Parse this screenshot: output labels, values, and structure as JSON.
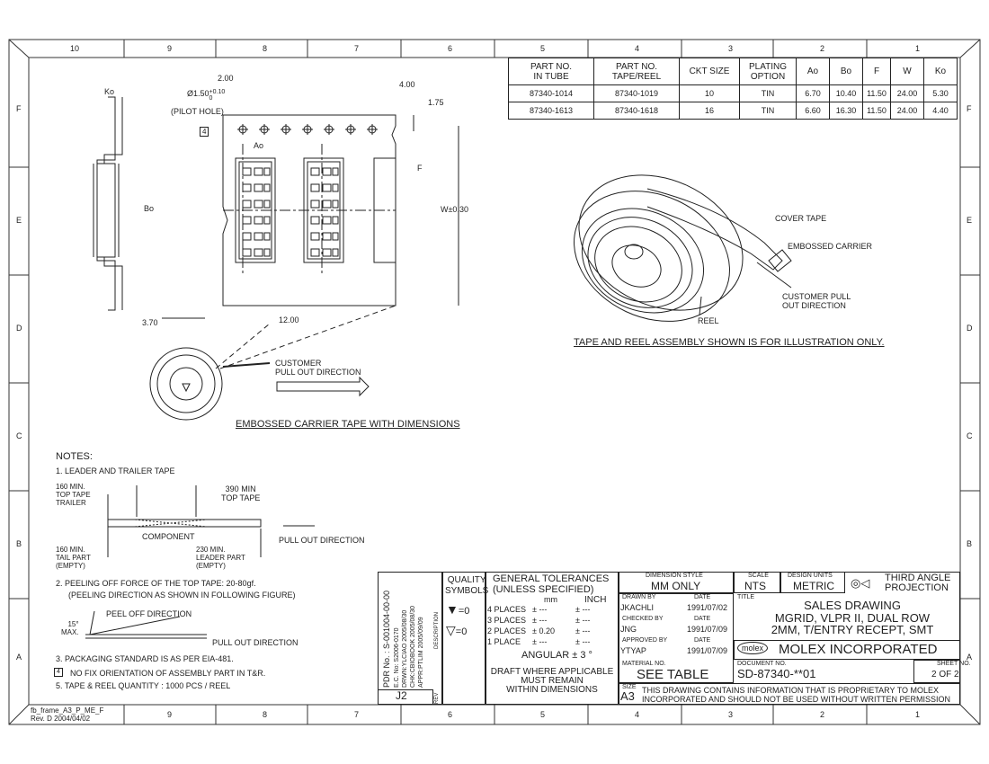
{
  "frame": {
    "top_zones": [
      "10",
      "9",
      "8",
      "7",
      "6",
      "5",
      "4",
      "3",
      "2",
      "1"
    ],
    "bottom_zones": [
      "9",
      "8",
      "7",
      "6",
      "5",
      "4",
      "3",
      "2",
      "1"
    ],
    "side_zones": [
      "F",
      "E",
      "D",
      "C",
      "B",
      "A"
    ],
    "frame_id": "fb_frame_A3_P_ME_F",
    "frame_rev": "Rev. D  2004/04/02"
  },
  "parts_table": {
    "headers": [
      "PART NO.\nIN TUBE",
      "PART NO.\nTAPE/REEL",
      "CKT SIZE",
      "PLATING\nOPTION",
      "Ao",
      "Bo",
      "F",
      "W",
      "Ko"
    ],
    "rows": [
      [
        "87340-1014",
        "87340-1019",
        "10",
        "TIN",
        "6.70",
        "10.40",
        "11.50",
        "24.00",
        "5.30"
      ],
      [
        "87340-1613",
        "87340-1618",
        "16",
        "TIN",
        "6.60",
        "16.30",
        "11.50",
        "24.00",
        "4.40"
      ]
    ]
  },
  "tape_drawing": {
    "ko": "Ko",
    "bo": "Bo",
    "pitch_200": "2.00",
    "pilot_dia": "Ø1.50",
    "pilot_tol_plus": "+0.10",
    "pilot_tol_minus": "0",
    "pilot_label": "(PILOT HOLE)",
    "dim_400": "4.00",
    "dim_175": "1.75",
    "ao": "Ao",
    "f": "F",
    "w": "W±0.30",
    "dim_370": "3.70",
    "dim_1200": "12.00",
    "note_flag": "4",
    "customer_pull": "CUSTOMER\nPULL OUT DIRECTION",
    "caption": "EMBOSSED CARRIER TAPE WITH DIMENSIONS"
  },
  "reel_drawing": {
    "cover_tape": "COVER TAPE",
    "embossed_carrier": "EMBOSSED CARRIER",
    "customer_pull": "CUSTOMER PULL\nOUT DIRECTION",
    "reel": "REEL",
    "caption": "TAPE AND REEL ASSEMBLY SHOWN IS FOR ILLUSTRATION ONLY."
  },
  "notes": {
    "title": "NOTES:",
    "n1": "1.  LEADER AND TRAILER TAPE",
    "top_tape_trailer": "160 MIN.\nTOP TAPE\nTRAILER",
    "top_tape_390": "390 MIN\nTOP TAPE",
    "component": "COMPONENT",
    "pull_out": "PULL OUT DIRECTION",
    "tail_part": "160 MIN.\nTAIL PART\n(EMPTY)",
    "leader_part": "230 MIN.\nLEADER PART\n(EMPTY)",
    "n2a": "2.  PEELING OFF FORCE OF THE TOP TAPE: 20-80gf.",
    "n2b": "(PEELING DIRECTION AS SHOWN IN FOLLOWING FIGURE)",
    "peel_off": "PEEL OFF DIRECTION",
    "angle": "15°\nMAX.",
    "pull_out2": "PULL OUT DIRECTION",
    "n3": "3.  PACKAGING STANDARD IS AS PER EIA-481.",
    "n4": "NO FIX ORIENTATION OF ASSEMBLY PART IN T&R.",
    "n4_flag": "4",
    "n5": "5.  TAPE & REEL QUANTITY : 1000 PCS / REEL"
  },
  "title_block": {
    "pdr": "PDR No. : S-001004-00-00",
    "ec": "E.C. No: S2006-0170",
    "drwn": "DRWN:YLCIAO  2005/08/30",
    "chk": "CHK:CBIOBOOK 2005/08/30",
    "appr": "APPR:PTLIM  2005/09/09",
    "description": "DESCRIPTION",
    "rev_label": "REV",
    "rev": "J2",
    "quality": "QUALITY\nSYMBOLS",
    "sym1": "=0",
    "sym2": "=0",
    "gt_title": "GENERAL TOLERANCES\n(UNLESS SPECIFIED)",
    "mm": "mm",
    "inch": "INCH",
    "tol_rows": [
      [
        "4 PLACES",
        "± ---",
        "± ---"
      ],
      [
        "3 PLACES",
        "± ---",
        "± ---"
      ],
      [
        "2 PLACES",
        "± 0.20",
        "± ---"
      ],
      [
        "1 PLACE",
        "± ---",
        "± ---"
      ]
    ],
    "angular": "ANGULAR ±  3 °",
    "draft": "DRAFT WHERE APPLICABLE\nMUST REMAIN\nWITHIN DIMENSIONS",
    "dim_style_lbl": "DIMENSION STYLE",
    "dim_style": "MM ONLY",
    "scale_lbl": "SCALE",
    "scale": "NTS",
    "units_lbl": "DESIGN UNITS",
    "units": "METRIC",
    "projection": "THIRD ANGLE\nPROJECTION",
    "drawn_by_lbl": "DRAWN BY",
    "date_lbl": "DATE",
    "drawn_by": "JKACHLI",
    "drawn_date": "1991/07/02",
    "checked_lbl": "CHECKED BY",
    "checked": "JNG",
    "checked_date": "1991/07/09",
    "approved_lbl": "APPROVED BY",
    "approved": "YTYAP",
    "approved_date": "1991/07/09",
    "material_lbl": "MATERIAL NO.",
    "material": "SEE TABLE",
    "title_lbl": "TITLE",
    "title": "SALES DRAWING\nMGRID, VLPR II, DUAL ROW\n2MM, T/ENTRY RECEPT, SMT",
    "company": "MOLEX INCORPORATED",
    "logo": "molex",
    "doc_lbl": "DOCUMENT NO.",
    "doc": "SD-87340-**01",
    "sheet_lbl": "SHEET NO.",
    "sheet": "2 OF 2",
    "size_lbl": "SIZE",
    "size": "A3",
    "proprietary": "THIS DRAWING CONTAINS INFORMATION THAT IS PROPRIETARY TO MOLEX\nINCORPORATED AND SHOULD NOT BE USED WITHOUT WRITTEN PERMISSION"
  }
}
